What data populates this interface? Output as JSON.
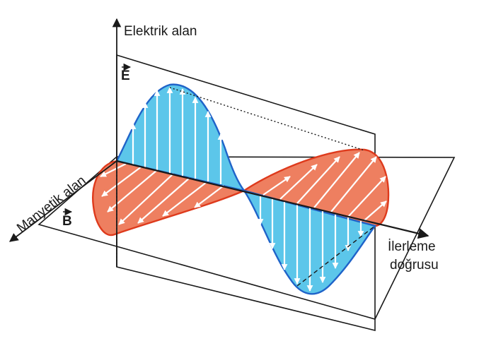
{
  "labels": {
    "electric_axis": "Elektrik alan",
    "magnetic_axis": "Manyetik alan",
    "propagation_line1": "İlerleme",
    "propagation_line2": "doğrusu",
    "electric_vector": "E",
    "magnetic_vector": "B"
  },
  "colors": {
    "electric_fill": "#5cc6ea",
    "electric_stroke": "#1f63c9",
    "magnetic_fill": "#ee7f60",
    "magnetic_stroke": "#de3a1c",
    "arrow": "#ffffff",
    "line": "#1a1a1a"
  },
  "icons": [
    "arrow-up-icon",
    "arrow-down-left-icon",
    "arrow-right-icon"
  ]
}
